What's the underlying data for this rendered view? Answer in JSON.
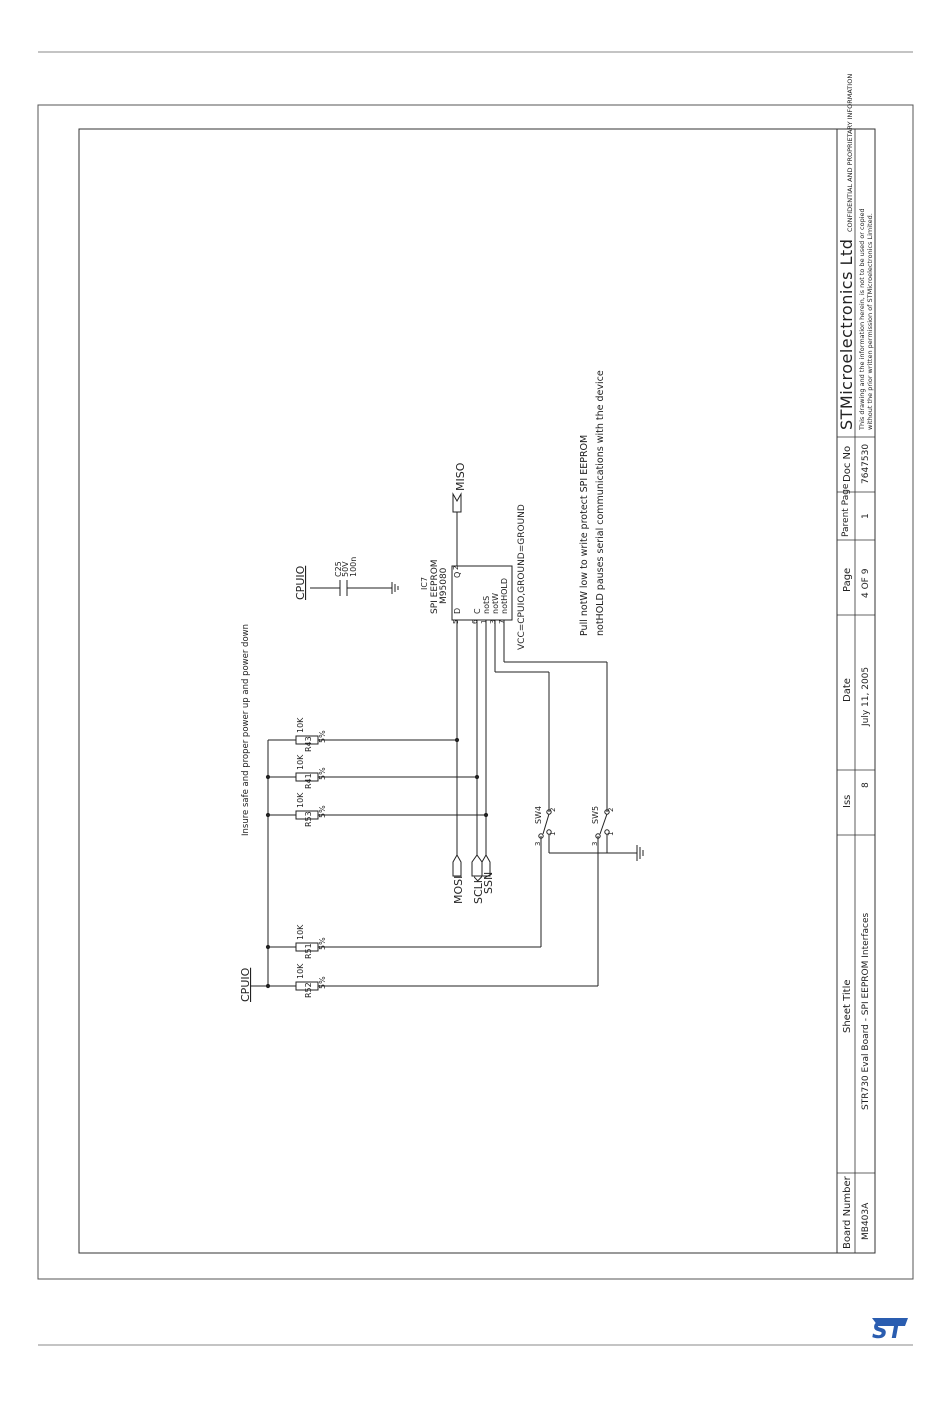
{
  "notes": {
    "insure": "Insure safe and proper power up and power down",
    "pull_notw": "Pull notW low to write protect SPI EEPROM",
    "nothold": "notHOLD pauses serial communications with the device"
  },
  "nets": {
    "cpuio_main": "CPUIO",
    "cpuio_cap": "CPUIO",
    "miso": "MISO",
    "mosi": "MOSI",
    "sclk": "SCLK",
    "ssn": "SSN",
    "vcc": "VCC=CPUIO,GROUND=GROUND"
  },
  "ic": {
    "ref": "IC7",
    "type": "SPI EEPROM",
    "part": "M95080",
    "pin_d": "D",
    "pin_c": "C",
    "pin_nots": "notS",
    "pin_notw": "notW",
    "pin_nothold": "notHOLD",
    "pin_q": "Q",
    "num_5": "5",
    "num_6": "6",
    "num_1": "1",
    "num_3": "3",
    "num_7": "7",
    "num_2": "2"
  },
  "capacitor": {
    "ref": "C25",
    "voltage": "50V",
    "value": "100n"
  },
  "resistors": [
    {
      "ref": "R43",
      "value": "10K",
      "tol": "5%"
    },
    {
      "ref": "R41",
      "value": "10K",
      "tol": "5%"
    },
    {
      "ref": "R53",
      "value": "10K",
      "tol": "5%"
    },
    {
      "ref": "R51",
      "value": "10K",
      "tol": "5%"
    },
    {
      "ref": "R52",
      "value": "10K",
      "tol": "5%"
    }
  ],
  "switches": [
    {
      "ref": "SW4",
      "p1": "1",
      "p2": "2",
      "p3": "3"
    },
    {
      "ref": "SW5",
      "p1": "1",
      "p2": "2",
      "p3": "3"
    }
  ],
  "title_block": {
    "board_number_label": "Board Number",
    "board_number": "MB403A",
    "sheet_title_label": "Sheet Title",
    "sheet_title": "STR730 Eval Board - SPI EEPROM Interfaces",
    "iss_label": "Iss",
    "iss": "8",
    "date_label": "Date",
    "date": "July 11, 2005",
    "page_label": "Page",
    "page": "4 OF 9",
    "parent_page_label": "Parent Page",
    "parent_page": "1",
    "doc_no_label": "Doc No",
    "doc_no": "7647530",
    "company": "STMicroelectronics Ltd",
    "confidential": "CONFIDENTIAL AND PROPRIETARY INFORMATION",
    "disclaimer_1": "This drawing and the information herein, is not to be used or copied",
    "disclaimer_2": "without the prior written permission of STMicroelectronics Limited."
  },
  "colors": {
    "ink": "#222222",
    "frame": "#555555",
    "rule": "#888888"
  },
  "logo": "ST"
}
